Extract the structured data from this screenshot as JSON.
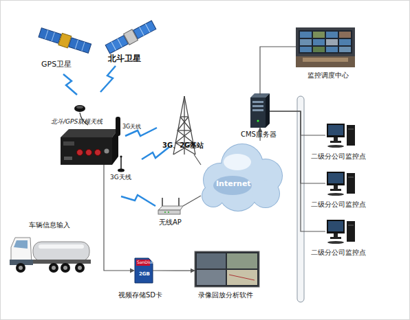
{
  "diagram": {
    "nodes": [
      {
        "text": [
          "GPS卫星"
        ]
      },
      {
        "text": [
          "北斗卫星"
        ]
      },
      {
        "text": [
          "北斗/GPS双模天线"
        ]
      },
      {
        "text": [
          "3G天线"
        ]
      },
      {
        "text": [
          "3G天线"
        ]
      },
      {
        "text": [
          "3G、2G基站"
        ]
      },
      {
        "text": [
          "Internet"
        ]
      },
      {
        "text": [
          "CMS服务器"
        ]
      },
      {
        "text": [
          "监控调度中心"
        ]
      },
      {
        "text": [
          "二级分公司监控点"
        ]
      },
      {
        "text": [
          "二级分公司监控点"
        ]
      },
      {
        "text": [
          "二级分公司监控点"
        ]
      },
      {
        "text": [
          "无线AP"
        ]
      },
      {
        "text": [
          "车辆信息输入"
        ]
      },
      {
        "text": [
          "视频存储SD卡"
        ]
      },
      {
        "text": [
          "录像回放分析软件"
        ]
      }
    ],
    "edges": [
      {
        "from": 5,
        "to": 6,
        "arrow": "none"
      },
      {
        "from": 6,
        "to": 7,
        "arrow": "to"
      },
      {
        "from": 7,
        "to": 8,
        "arrow": "none"
      },
      {
        "from": 7,
        "to": 9,
        "arrow": "none"
      },
      {
        "from": 7,
        "to": 10,
        "arrow": "none"
      },
      {
        "from": 7,
        "to": 11,
        "arrow": "none"
      },
      {
        "from": 12,
        "to": 6,
        "arrow": "none"
      },
      {
        "from": 14,
        "to": 15,
        "arrow": "to"
      }
    ],
    "labels": [
      "SanDisk",
      "2GB"
    ]
  }
}
